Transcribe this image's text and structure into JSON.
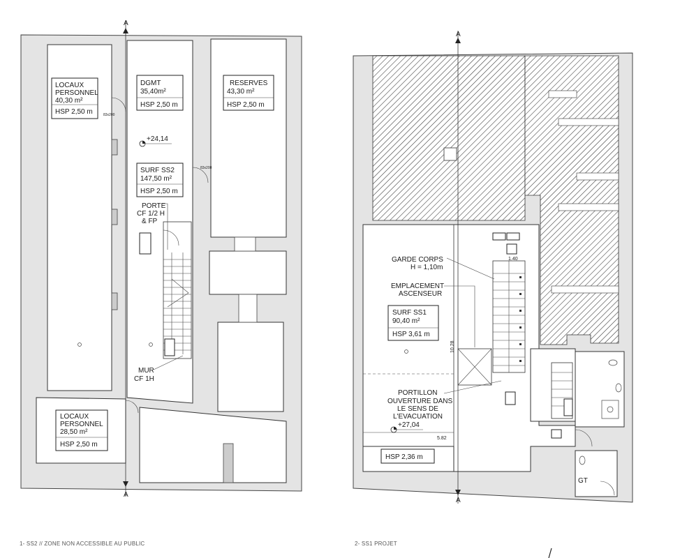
{
  "plan_ss2": {
    "section_marker": "A",
    "rooms": {
      "locaux_top": {
        "name_line1": "LOCAUX",
        "name_line2": "PERSONNEL",
        "area": "40,30 m²",
        "hsp": "HSP 2,50 m"
      },
      "dgmt": {
        "name": "DGMT",
        "area": "35,40m²",
        "hsp": "HSP 2,50 m"
      },
      "reserves": {
        "name": "RESERVES",
        "area": "43,30 m²",
        "hsp": "HSP 2,50 m"
      },
      "surf_ss2": {
        "name": "SURF SS2",
        "area": "147,50 m²",
        "hsp": "HSP 2,50 m"
      },
      "locaux_bottom": {
        "name_line1": "LOCAUX",
        "name_line2": "PERSONNEL",
        "area": "28,50 m²",
        "hsp": "HSP 2,50 m"
      }
    },
    "level_mark": "+24,14",
    "annotations": {
      "porte": [
        "PORTE",
        "CF 1/2 H",
        "& FP"
      ],
      "mur": [
        "MUR",
        "CF 1H"
      ]
    },
    "door_tag": "83x200",
    "caption": "1- SS2 // ZONE NON ACCESSIBLE AU PUBLIC"
  },
  "plan_ss1": {
    "section_marker": "A",
    "room": {
      "name": "SURF SS1",
      "area": "90,40 m²",
      "hsp": "HSP 3,61 m"
    },
    "hsp_bottom": "HSP 2,36 m",
    "level_mark": "+27,04",
    "dimensions": {
      "width": "5.82",
      "length": "10.28",
      "stair": "1.40"
    },
    "annotations": {
      "garde_corps": [
        "GARDE CORPS",
        "H = 1,10m"
      ],
      "ascenseur": [
        "EMPLACEMENT",
        "ASCENSEUR"
      ],
      "portillon": [
        "PORTILLON",
        "OUVERTURE DANS",
        "LE SENS DE",
        "L'EVACUATION"
      ]
    },
    "wc_label": "GT",
    "caption": "2- SS1 PROJET"
  }
}
